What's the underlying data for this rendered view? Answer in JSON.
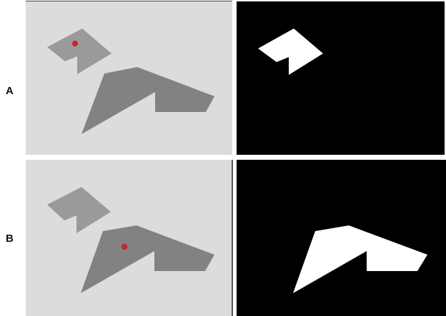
{
  "rows": [
    {
      "label": "A",
      "selected_region": "small-polygon",
      "mask_shows": "small-polygon"
    },
    {
      "label": "B",
      "selected_region": "large-polygon",
      "mask_shows": "large-polygon"
    }
  ],
  "colors": {
    "background_panel": "#dcdcdc",
    "small_polygon": "#9a9a9a",
    "large_polygon": "#828282",
    "seed_point": "#e0201e",
    "mask_background": "#000000",
    "mask_foreground": "#ffffff"
  }
}
